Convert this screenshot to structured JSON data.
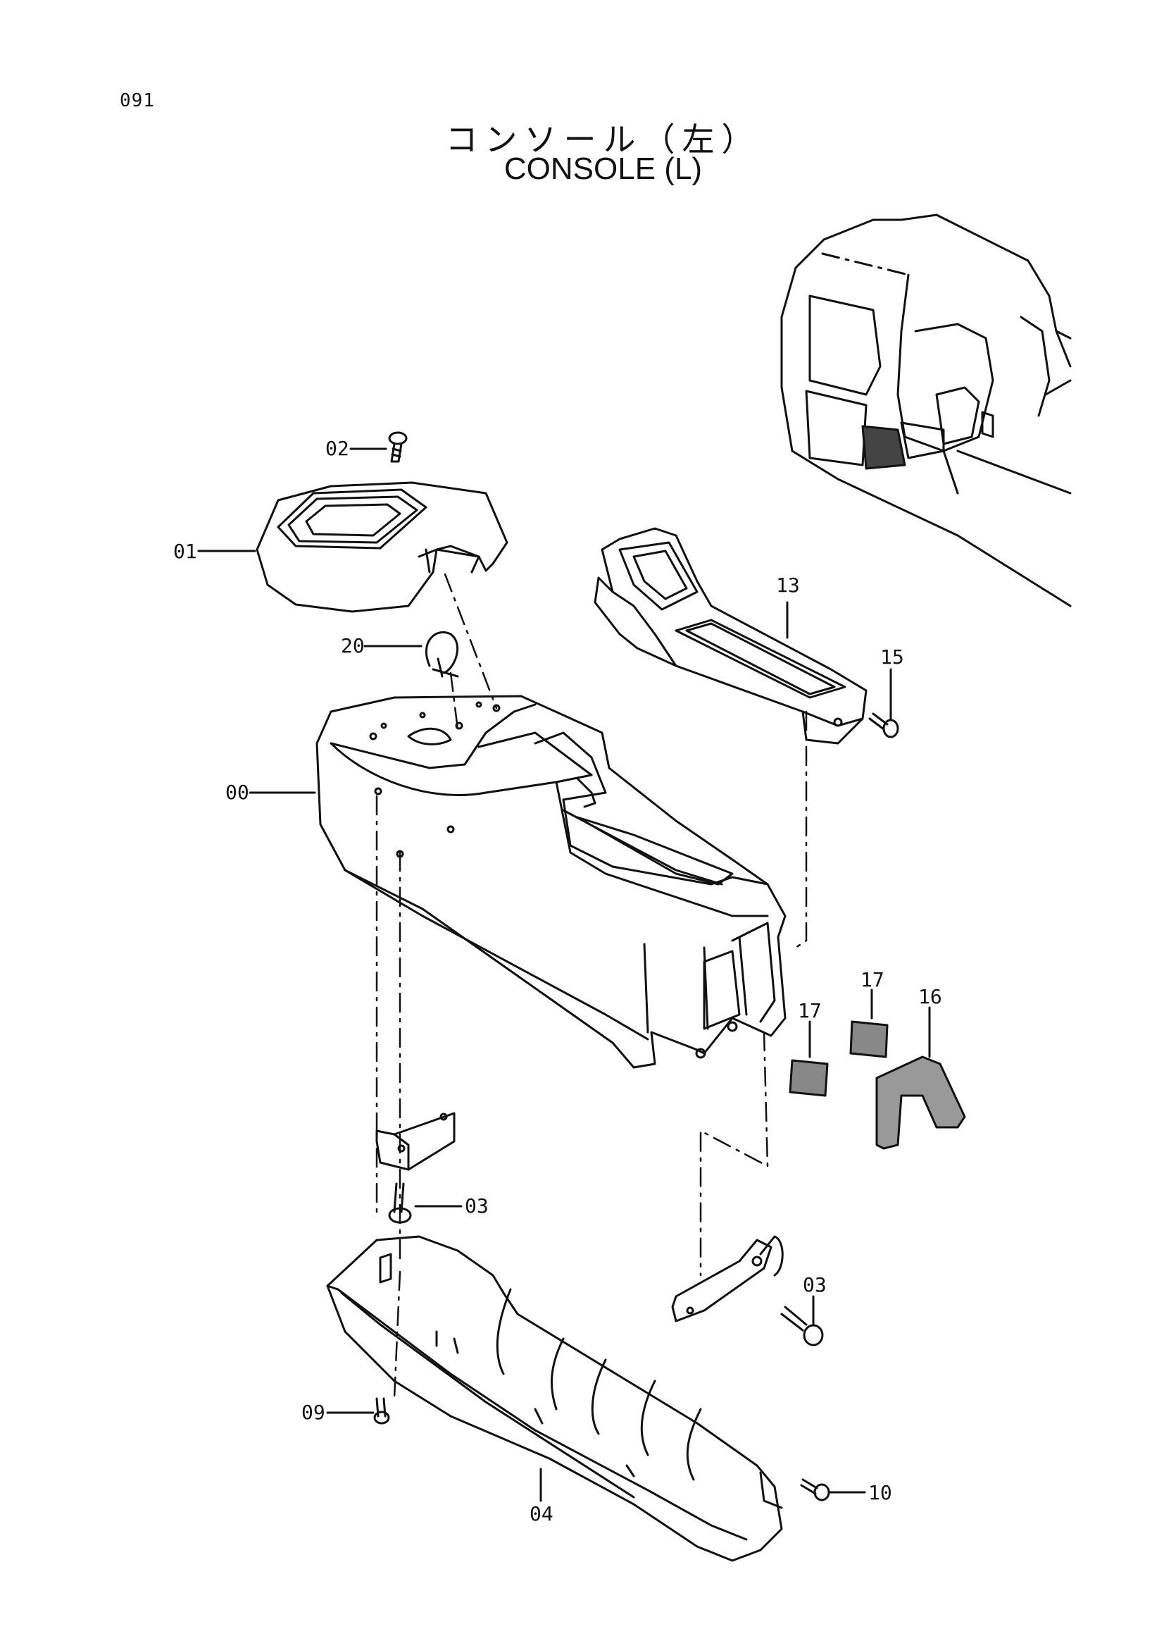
{
  "page_number": "091",
  "title_jp": "コンソール（左）",
  "title_en": "CONSOLE (L)",
  "callouts": [
    {
      "id": "c02",
      "label": "02"
    },
    {
      "id": "c01",
      "label": "01"
    },
    {
      "id": "c20",
      "label": "20"
    },
    {
      "id": "c00",
      "label": "00"
    },
    {
      "id": "c13",
      "label": "13"
    },
    {
      "id": "c15",
      "label": "15"
    },
    {
      "id": "c17a",
      "label": "17"
    },
    {
      "id": "c17b",
      "label": "17"
    },
    {
      "id": "c16",
      "label": "16"
    },
    {
      "id": "c03a",
      "label": "03"
    },
    {
      "id": "c03b",
      "label": "03"
    },
    {
      "id": "c09",
      "label": "09"
    },
    {
      "id": "c04",
      "label": "04"
    },
    {
      "id": "c10",
      "label": "10"
    }
  ]
}
